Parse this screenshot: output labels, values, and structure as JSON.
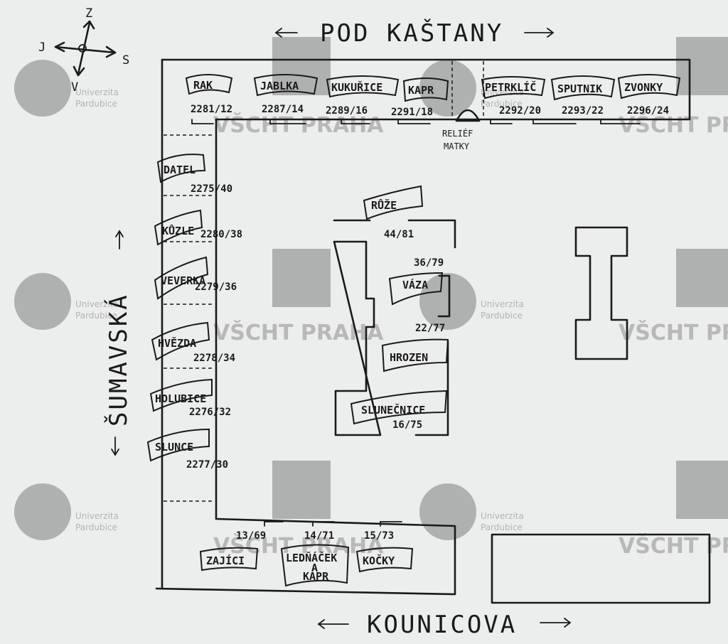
{
  "compass": {
    "north": "Z",
    "west": "J",
    "south": "V",
    "east": "S"
  },
  "streets": {
    "top": "POD KAŠTANY",
    "bottom": "KOUNICOVA",
    "left": "ŠUMAVSKÁ"
  },
  "watermarks": {
    "upce_line1": "Univerzita",
    "upce_line2": "Pardubice",
    "vscht": "VŠCHT PRAHA"
  },
  "relief": {
    "line1": "RELIÉF",
    "line2": "MATKY"
  },
  "houses_top": [
    {
      "name": "RAK",
      "number": "2281/12"
    },
    {
      "name": "JABLKA",
      "number": "2287/14"
    },
    {
      "name": "KUKUŘICE",
      "number": "2289/16"
    },
    {
      "name": "KAPR",
      "number": "2291/18"
    },
    {
      "name": "PETRKLÍČ",
      "number": "2292/20"
    },
    {
      "name": "SPUTNIK",
      "number": "2293/22"
    },
    {
      "name": "ZVONKY",
      "number": "2296/24"
    }
  ],
  "houses_left": [
    {
      "name": "DATEL",
      "number": "2275/40"
    },
    {
      "name": "KŮZLE",
      "number": "2280/38"
    },
    {
      "name": "VEVERKA",
      "number": "2279/36"
    },
    {
      "name": "HVĚZDA",
      "number": "2278/34"
    },
    {
      "name": "HOLUBICE",
      "number": "2276/32"
    },
    {
      "name": "SLUNCE",
      "number": "2277/30"
    }
  ],
  "houses_bottom": [
    {
      "name": "ZAJÍCI",
      "number": "13/69"
    },
    {
      "name": "LEDŇÁČEK",
      "name2": "A",
      "name3": "KAPR",
      "number": "14/71"
    },
    {
      "name": "KOČKY",
      "number": "15/73"
    }
  ],
  "houses_center": [
    {
      "name": "RŮŽE",
      "number": "44/81"
    },
    {
      "name": "VÁZA",
      "number": "36/79"
    },
    {
      "name": "HROZEN",
      "number": "22/77"
    },
    {
      "name": "SLUNEČNICE",
      "number": "16/75"
    }
  ]
}
